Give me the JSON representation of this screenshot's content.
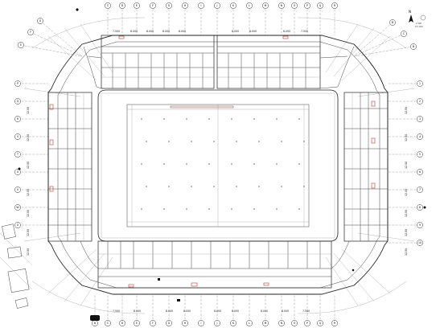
{
  "plan": {
    "grid_top": [
      "C",
      "D",
      "E",
      "F",
      "G",
      "H",
      "I",
      "J",
      "K",
      "L",
      "M",
      "N",
      "O",
      "P",
      "Q",
      "R"
    ],
    "grid_bottom": [
      "B",
      "C",
      "D",
      "E",
      "F",
      "G",
      "H",
      "I",
      "J",
      "K",
      "L",
      "M",
      "N",
      "O",
      "P",
      "Q",
      "R"
    ],
    "grid_left_upper": [
      "E",
      "F",
      "G"
    ],
    "grid_left": [
      "P",
      "Q",
      "R",
      "S",
      "T",
      "U",
      "V",
      "W",
      "X"
    ],
    "grid_right_upper": [
      "B",
      "C",
      "D"
    ],
    "grid_right": [
      "1",
      "2",
      "3",
      "4",
      "5",
      "6",
      "7",
      "8",
      "9",
      "10"
    ],
    "dim_top": [
      "7.500",
      "8.000",
      "8.000",
      "8.000",
      "8.000",
      "8.000",
      "8.000",
      "8.000",
      "7.500"
    ],
    "dim_bottom": [
      "7.500",
      "8.000",
      "8.000",
      "8.000",
      "8.000",
      "8.000",
      "8.000",
      "8.000",
      "7.500"
    ],
    "dim_left": [
      "12.00",
      "12.00",
      "12.00",
      "12.00",
      "12.00",
      "12.00",
      "12.00"
    ],
    "dim_right": [
      "12.00",
      "12.00",
      "12.00",
      "12.00",
      "12.00",
      "12.00",
      "12.00"
    ],
    "north_label": "N",
    "scale_labels": [
      "1:500",
      "0  5  10m"
    ]
  }
}
